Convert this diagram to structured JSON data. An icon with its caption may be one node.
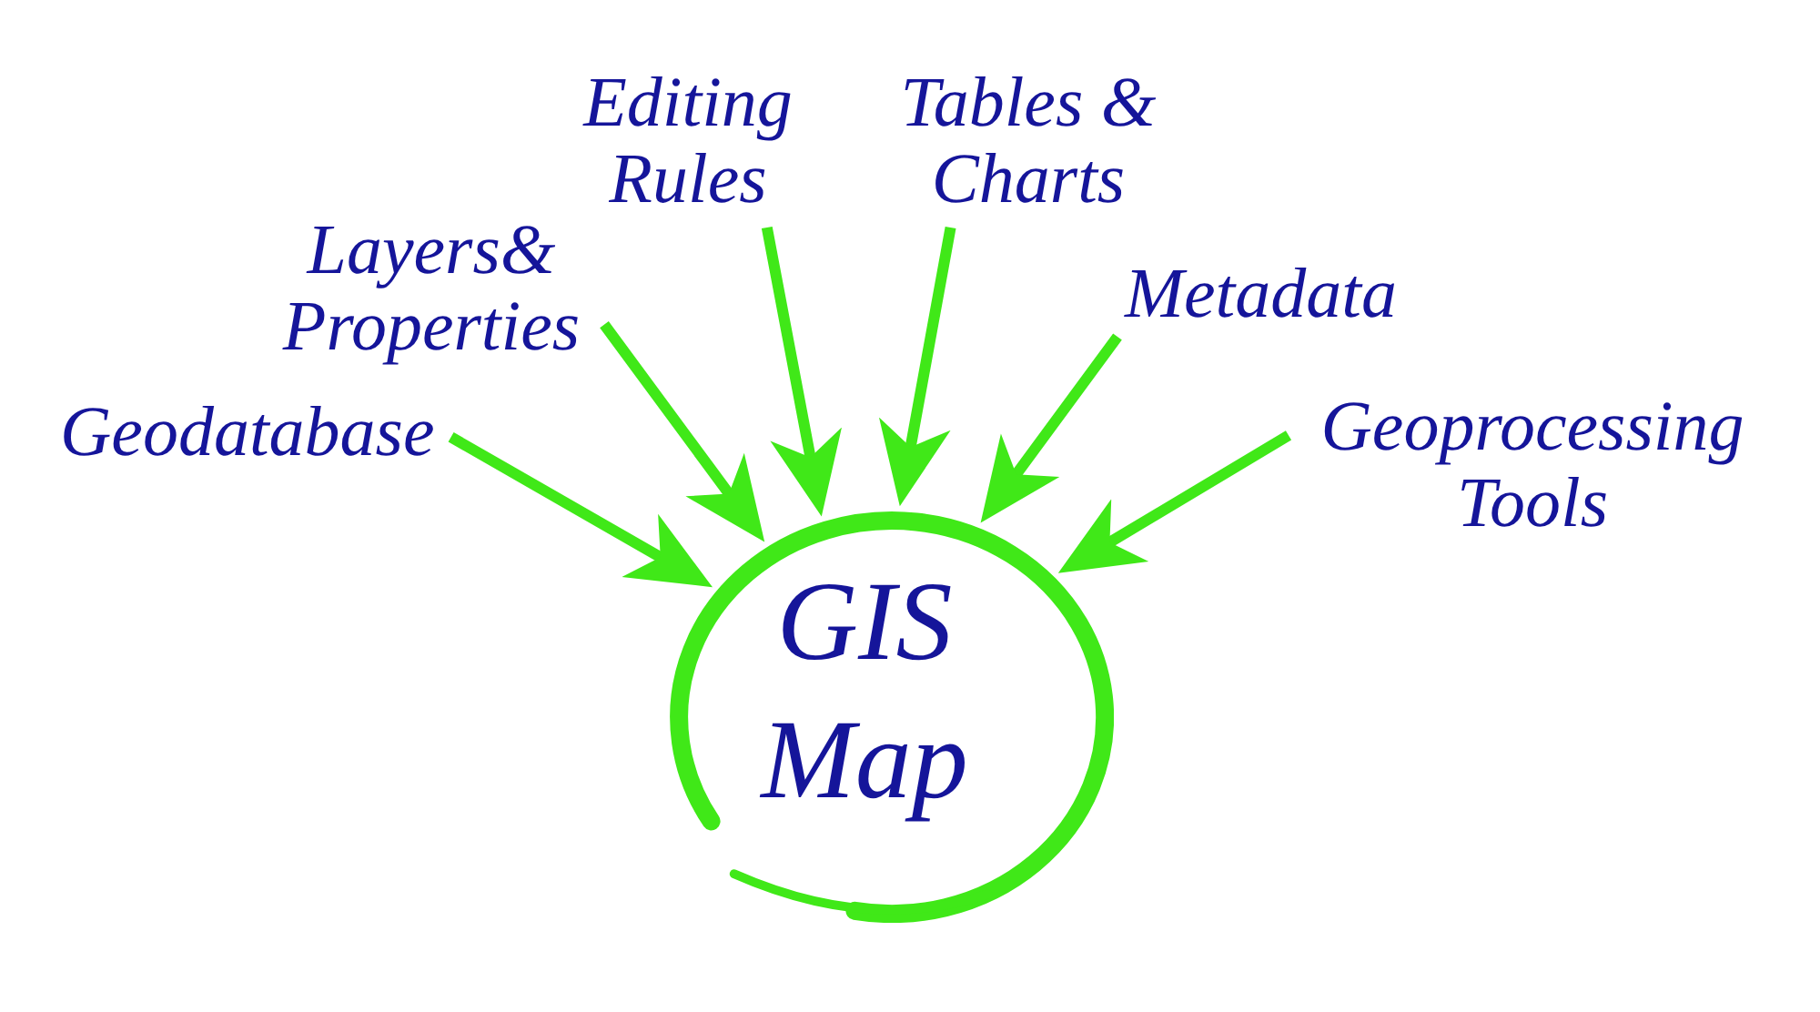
{
  "diagram": {
    "nodes": [
      {
        "text": [
          "Editing Rules"
        ]
      },
      {
        "text": [
          "Tables & Charts"
        ]
      },
      {
        "text": [
          "Layers& Properties"
        ]
      },
      {
        "text": [
          "Metadata"
        ]
      },
      {
        "text": [
          "Geodatabase"
        ]
      },
      {
        "text": [
          "Geoprocessing Tools"
        ]
      },
      {
        "text": [
          "GIS Map"
        ]
      }
    ],
    "edges": [
      {
        "from": 0,
        "to": 6,
        "arrow": "to"
      },
      {
        "from": 1,
        "to": 6,
        "arrow": "to"
      },
      {
        "from": 2,
        "to": 6,
        "arrow": "to"
      },
      {
        "from": 3,
        "to": 6,
        "arrow": "to"
      },
      {
        "from": 4,
        "to": 6,
        "arrow": "to"
      },
      {
        "from": 5,
        "to": 6,
        "arrow": "to"
      }
    ]
  }
}
